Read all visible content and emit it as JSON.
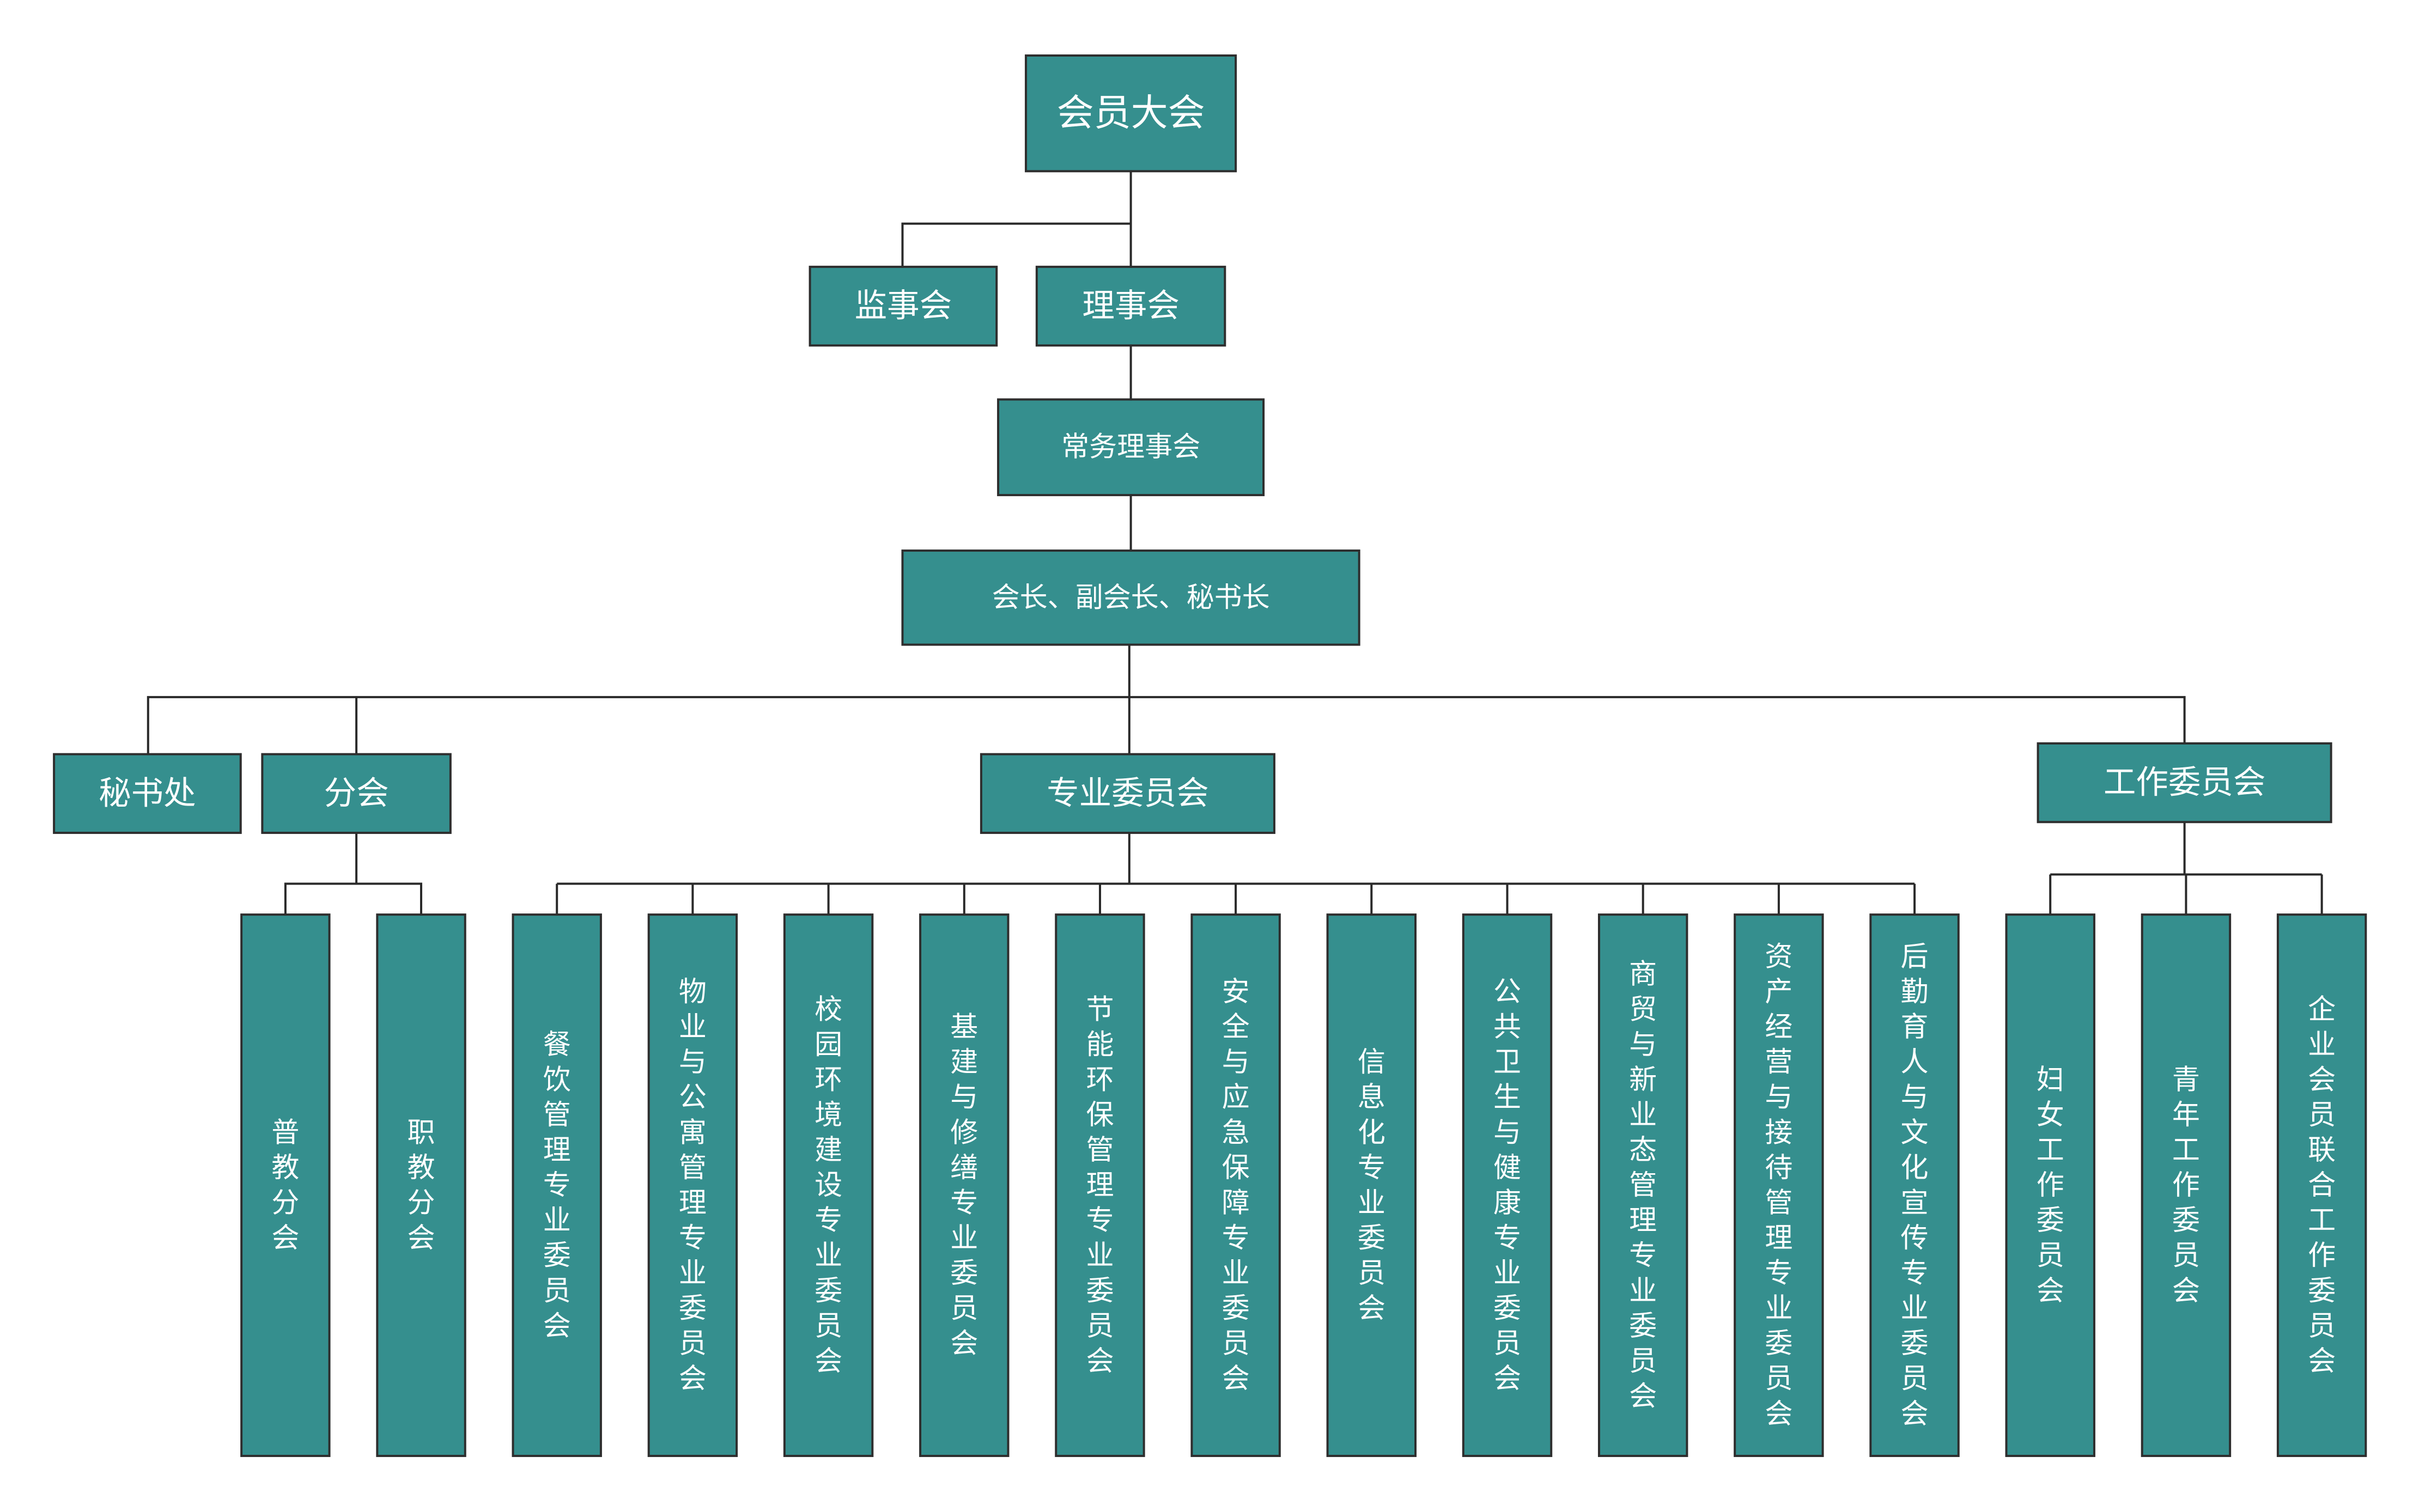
{
  "colors": {
    "node_fill": "#358f8e",
    "node_border": "#2e2e2e",
    "line": "#2a2a2a",
    "text": "#ffffff",
    "background": "#ffffff"
  },
  "root": "会员大会",
  "supervisory_board": "监事会",
  "council": "理事会",
  "standing_council": "常务理事会",
  "leadership": "会长、副会长、秘书长",
  "secretariat": "秘书处",
  "branches": {
    "label": "分会",
    "children": [
      "普教分会",
      "职教分会"
    ]
  },
  "professional_committees": {
    "label": "专业委员会",
    "children": [
      "餐饮管理专业委员会",
      "物业与公寓管理专业委员会",
      "校园环境建设专业委员会",
      "基建与修缮专业委员会",
      "节能环保管理专业委员会",
      "安全与应急保障专业委员会",
      "信息化专业委员会",
      "公共卫生与健康专业委员会",
      "商贸与新业态管理专业委员会",
      "资产经营与接待管理专业委员会",
      "后勤育人与文化宣传专业委员会"
    ]
  },
  "working_committees": {
    "label": "工作委员会",
    "children": [
      "妇女工作委员会",
      "青年工作委员会",
      "企业会员联合工作委员会"
    ]
  }
}
